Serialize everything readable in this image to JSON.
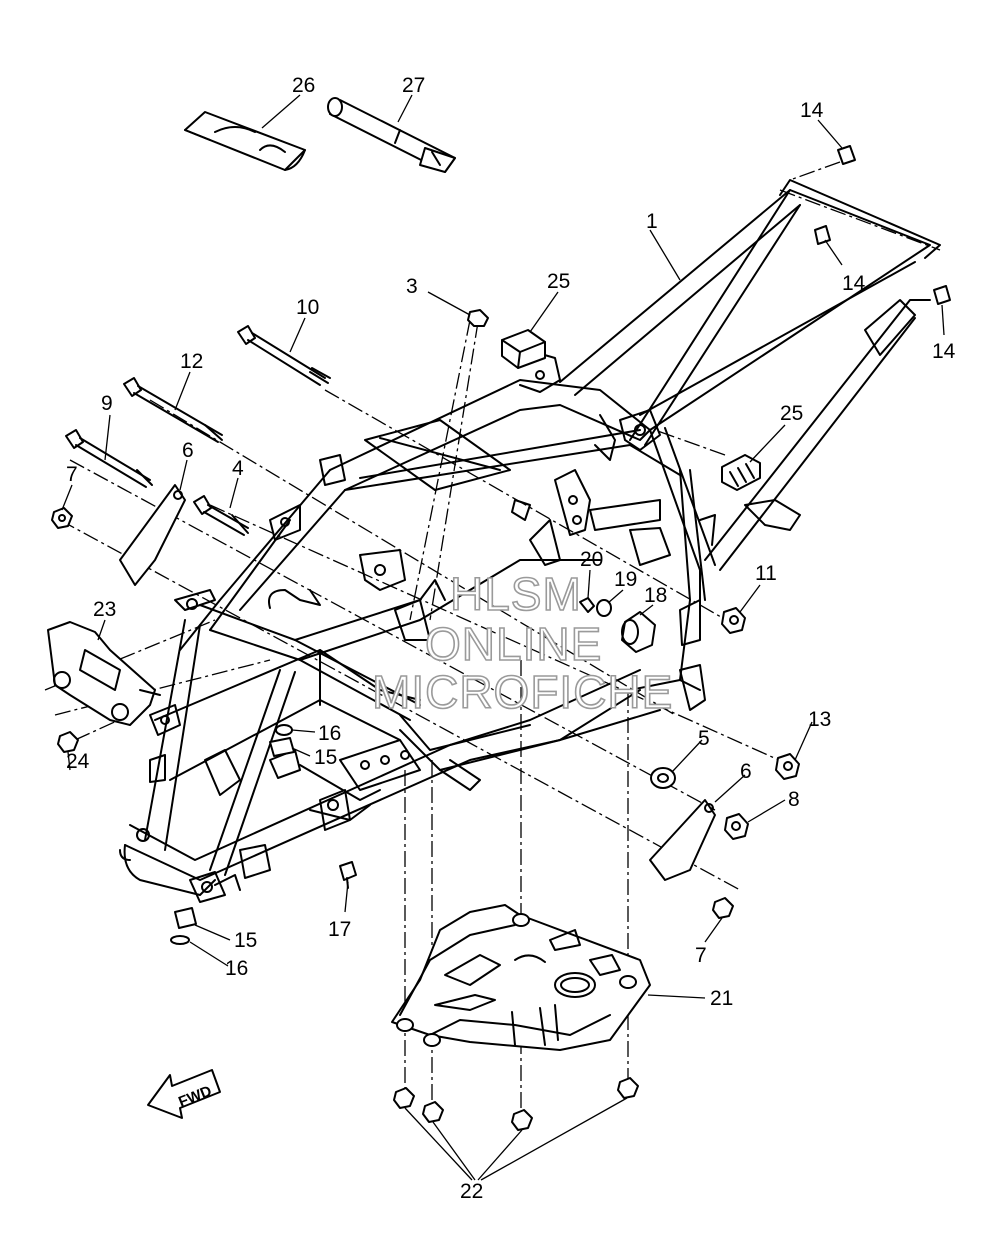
{
  "watermark": {
    "line1": "HLSM",
    "line2": "ONLINE",
    "line3": "MICROFICHE"
  },
  "direction_badge": "FWD",
  "callouts": {
    "c1": "1",
    "c3": "3",
    "c4": "4",
    "c5": "5",
    "c6a": "6",
    "c6b": "6",
    "c7a": "7",
    "c7b": "7",
    "c8": "8",
    "c9": "9",
    "c10": "10",
    "c11": "11",
    "c12": "12",
    "c13": "13",
    "c14a": "14",
    "c14b": "14",
    "c14c": "14",
    "c15a": "15",
    "c15b": "15",
    "c16a": "16",
    "c16b": "16",
    "c17": "17",
    "c18": "18",
    "c19": "19",
    "c20": "20",
    "c21": "21",
    "c22": "22",
    "c23": "23",
    "c24": "24",
    "c25a": "25",
    "c25b": "25",
    "c26": "26",
    "c27": "27"
  }
}
